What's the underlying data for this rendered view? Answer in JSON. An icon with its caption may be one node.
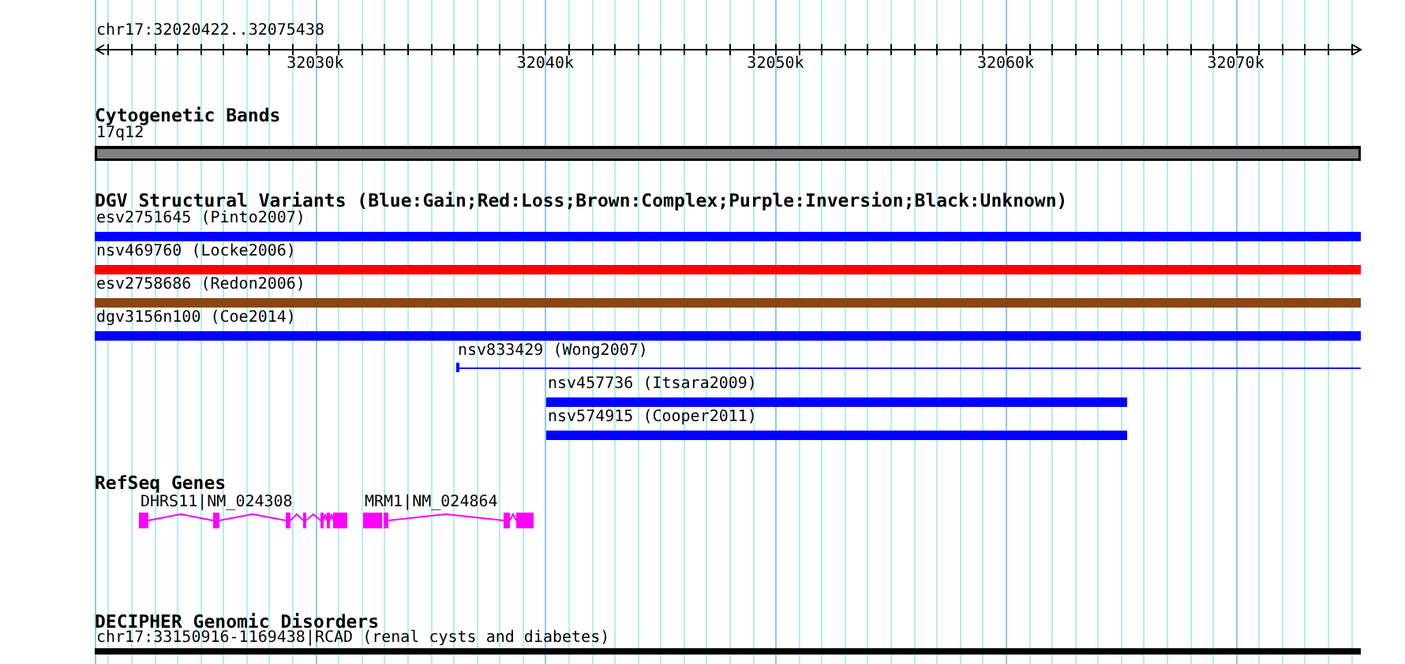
{
  "diagram": {
    "nodes": [
      {
        "text": [
          "17q12"
        ]
      },
      {
        "text": [
          "esv2751645 (Pinto2007)"
        ]
      },
      {
        "text": [
          "nsv469760 (Locke2006)"
        ]
      },
      {
        "text": [
          "esv2758686 (Redon2006)"
        ]
      },
      {
        "text": [
          "dgv3156n100 (Coe2014)"
        ]
      },
      {
        "text": [
          "nsv833429 (Wong2007)"
        ]
      },
      {
        "text": [
          "nsv457736 (Itsara2009)"
        ]
      },
      {
        "text": [
          "nsv574915 (Cooper2011)"
        ]
      },
      {
        "text": [
          "DHRS11|NM_024308"
        ]
      },
      {
        "text": [
          "MRM1|NM_024864"
        ]
      },
      {
        "text": [
          "chr17:33150916-1169438|RCAD (renal cysts and diabetes)"
        ]
      }
    ],
    "labels": [
      "chr17:32020422..32075438",
      "32030k",
      "32040k",
      "32050k",
      "32060k",
      "32070k",
      "Cytogenetic Bands",
      "DGV Structural Variants (Blue:Gain;Red:Loss;Brown:Complex;Purple:Inversion;Black:Unknown)",
      "RefSeq Genes",
      "DECIPHER Genomic Disorders"
    ]
  }
}
